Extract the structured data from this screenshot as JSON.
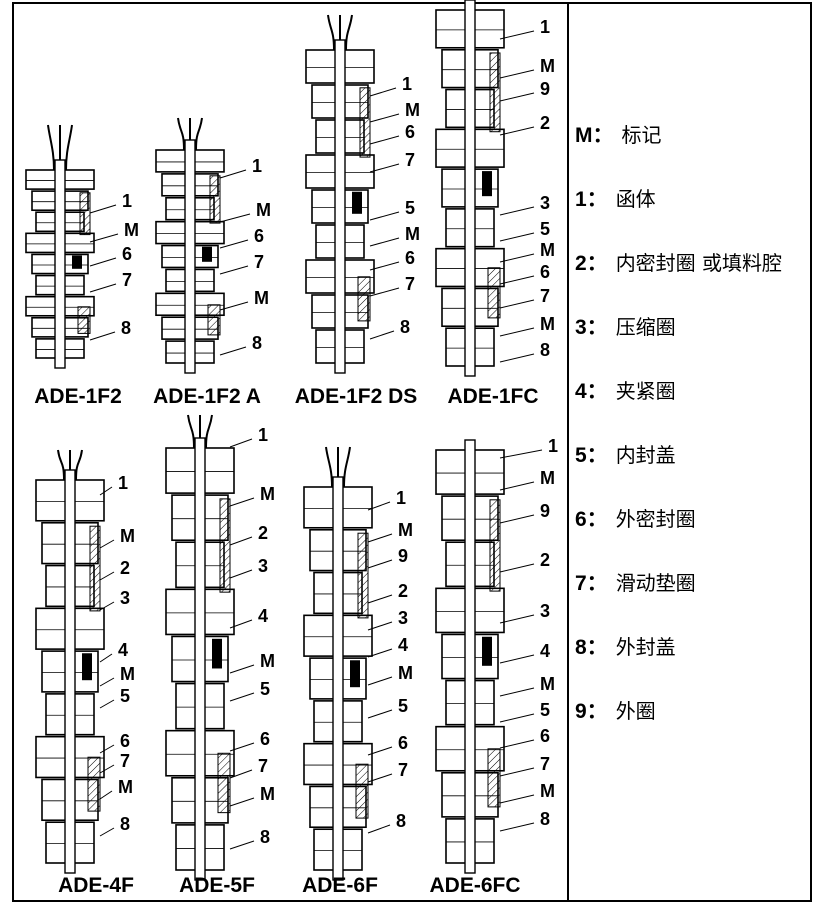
{
  "models": [
    {
      "id": "ade-1f2",
      "label": "ADE-1F2",
      "callouts": [
        "1",
        "M",
        "6",
        "7",
        "8"
      ]
    },
    {
      "id": "ade-1f2a",
      "label": "ADE-1F2 A",
      "callouts": [
        "1",
        "M",
        "6",
        "7",
        "M",
        "8"
      ]
    },
    {
      "id": "ade-1f2ds",
      "label": "ADE-1F2 DS",
      "callouts": [
        "1",
        "M",
        "6",
        "7",
        "5",
        "M",
        "6",
        "7",
        "8"
      ]
    },
    {
      "id": "ade-1fc",
      "label": "ADE-1FC",
      "callouts": [
        "1",
        "M",
        "9",
        "2",
        "3",
        "5",
        "M",
        "6",
        "7",
        "M",
        "8"
      ]
    },
    {
      "id": "ade-4f",
      "label": "ADE-4F",
      "callouts": [
        "1",
        "M",
        "2",
        "3",
        "4",
        "M",
        "5",
        "6",
        "7",
        "M",
        "8"
      ]
    },
    {
      "id": "ade-5f",
      "label": "ADE-5F",
      "callouts": [
        "1",
        "M",
        "2",
        "3",
        "4",
        "M",
        "5",
        "6",
        "7",
        "M",
        "8"
      ]
    },
    {
      "id": "ade-6f",
      "label": "ADE-6F",
      "callouts": [
        "1",
        "M",
        "9",
        "2",
        "3",
        "4",
        "M",
        "5",
        "6",
        "7",
        "8"
      ]
    },
    {
      "id": "ade-6fc",
      "label": "ADE-6FC",
      "callouts": [
        "1",
        "M",
        "9",
        "2",
        "3",
        "4",
        "M",
        "5",
        "6",
        "7",
        "M",
        "8"
      ]
    }
  ],
  "legend": [
    {
      "key": "M：",
      "text": "标记"
    },
    {
      "key": "1：",
      "text": "函体"
    },
    {
      "key": "2：",
      "text": "内密封圈 或填料腔"
    },
    {
      "key": "3：",
      "text": "压缩圈"
    },
    {
      "key": "4：",
      "text": "夹紧圈"
    },
    {
      "key": "5：",
      "text": "内封盖"
    },
    {
      "key": "6：",
      "text": "外密封圈"
    },
    {
      "key": "7：",
      "text": "滑动垫圈"
    },
    {
      "key": "8：",
      "text": "外封盖"
    },
    {
      "key": "9：",
      "text": "外圈"
    }
  ]
}
